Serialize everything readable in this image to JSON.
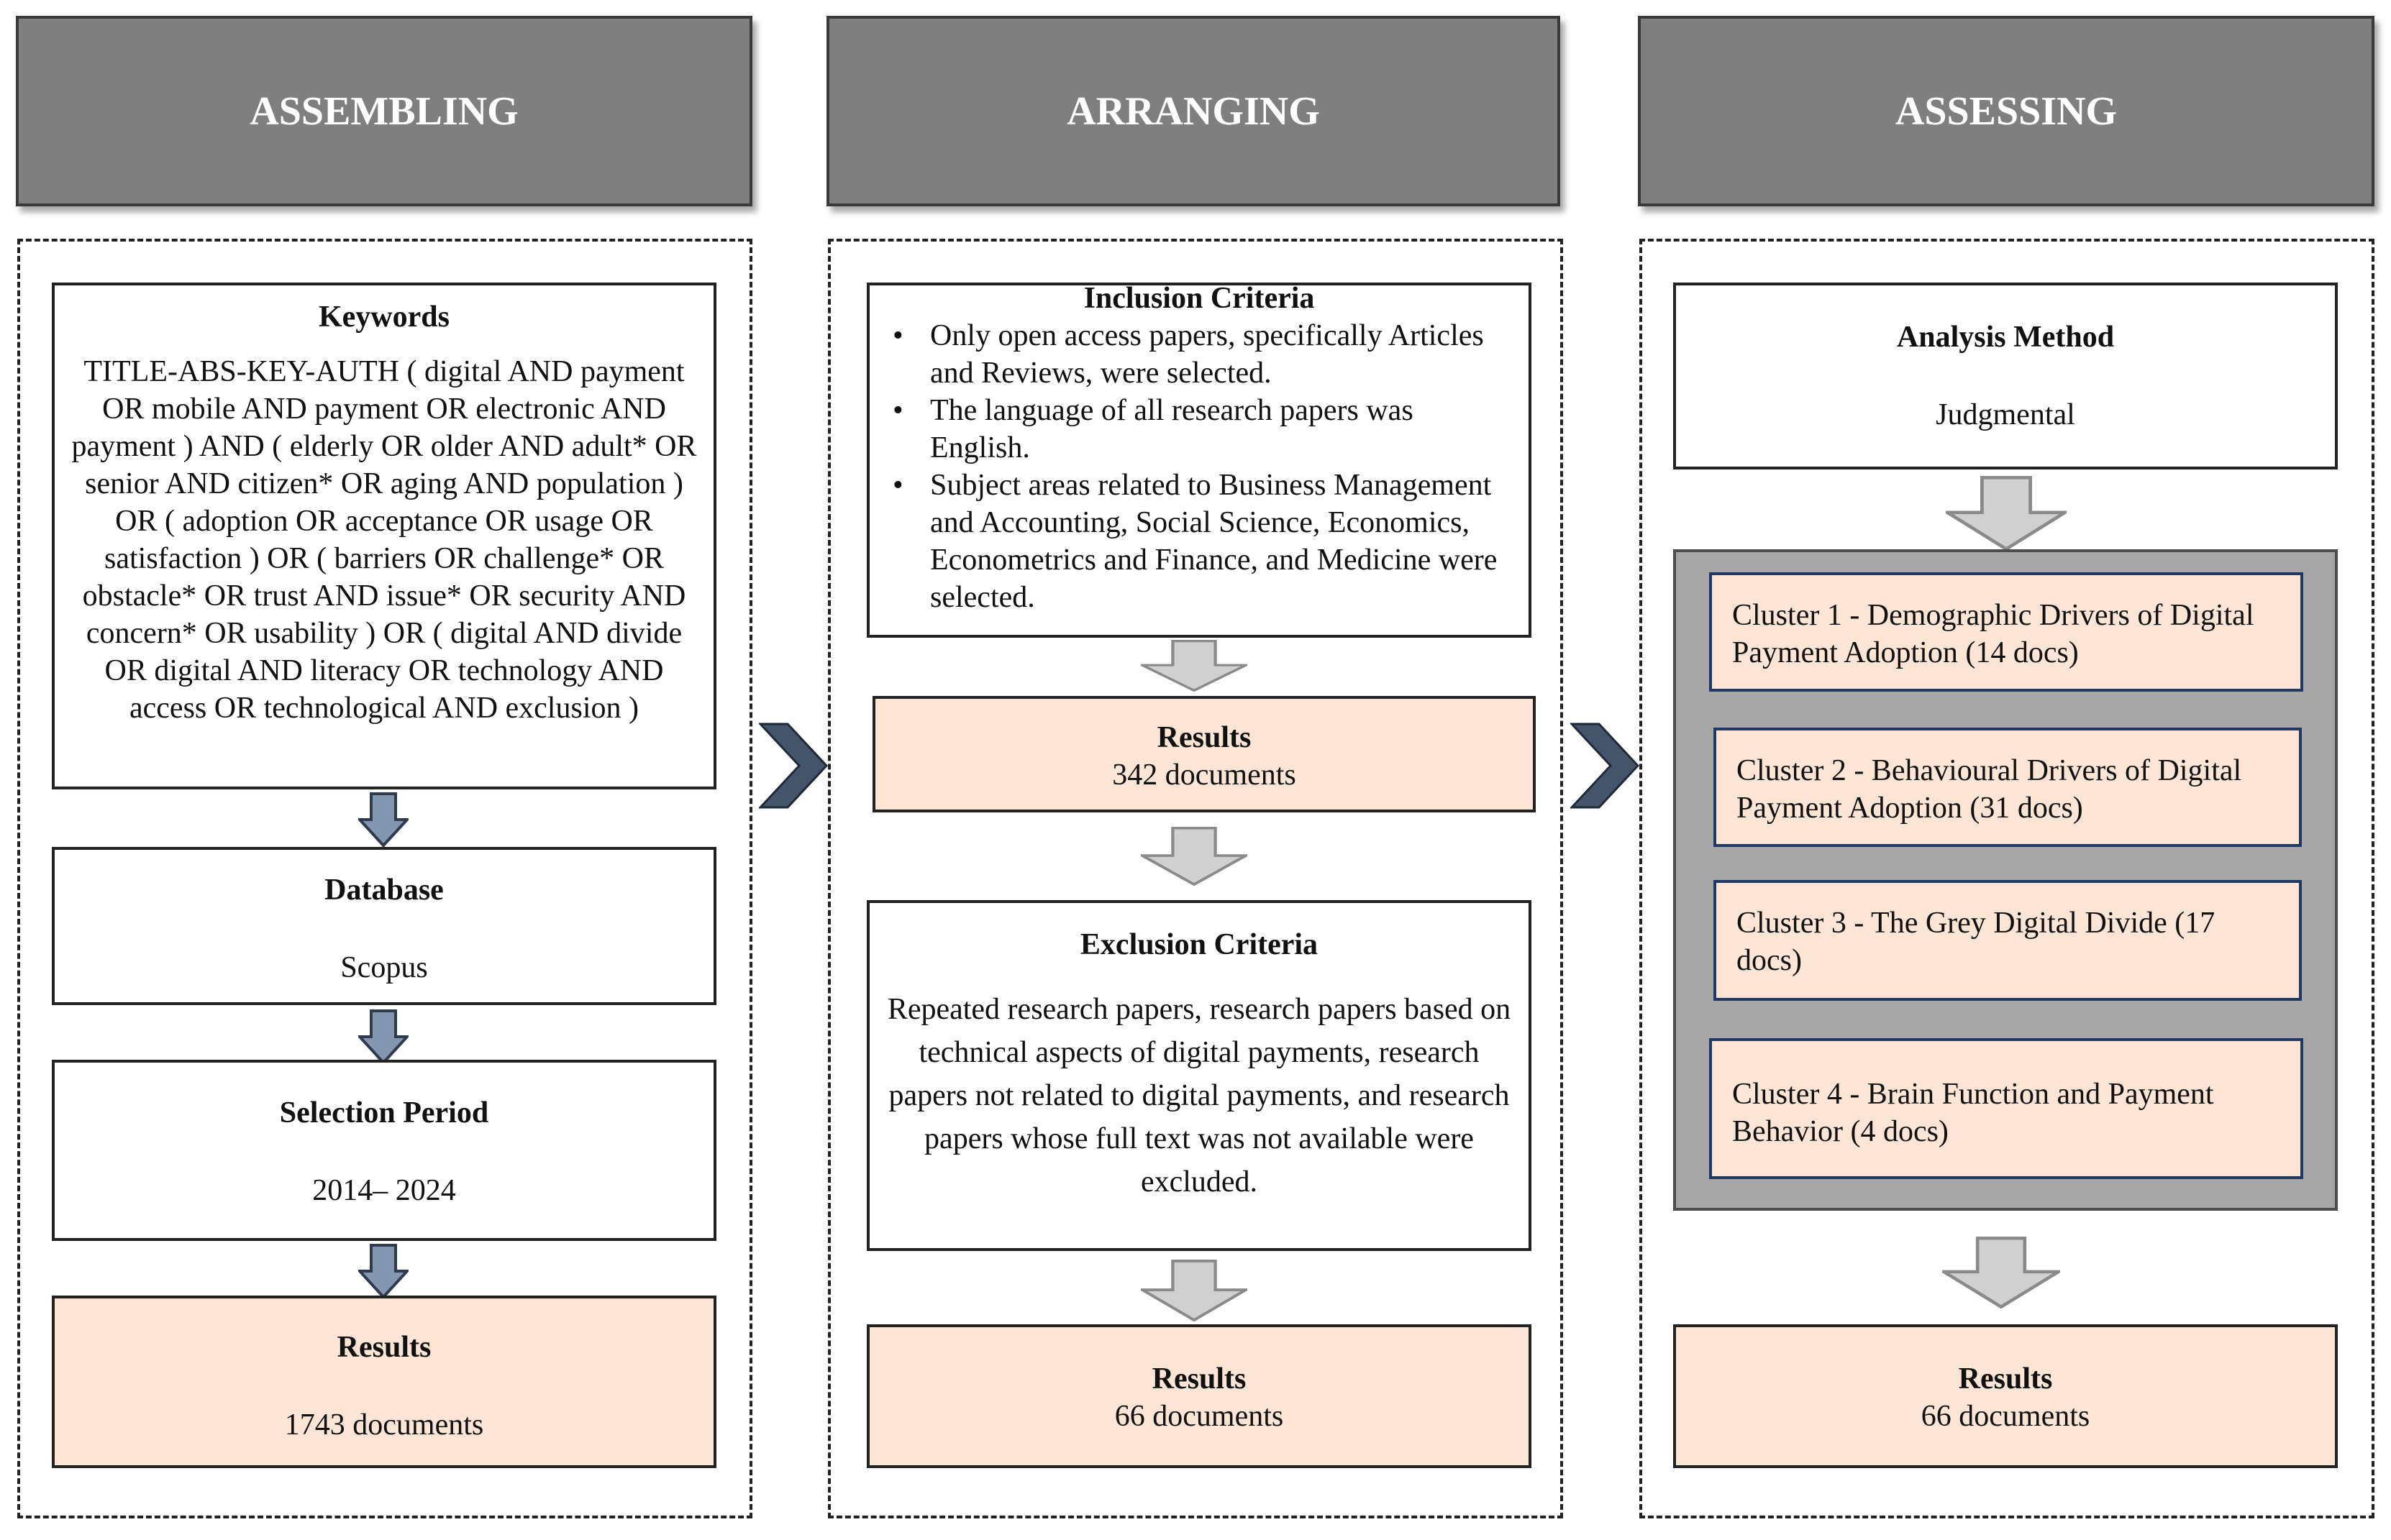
{
  "columns": {
    "assembling": {
      "header": "ASSEMBLING",
      "keywords": {
        "title": "Keywords",
        "text": "TITLE-ABS-KEY-AUTH ( digital AND payment OR mobile AND payment OR electronic AND payment ) AND ( elderly OR older AND adult* OR senior AND citizen* OR aging AND population ) OR ( adoption OR acceptance OR usage OR satisfaction ) OR ( barriers OR challenge* OR obstacle* OR trust AND issue* OR security AND concern* OR usability ) OR ( digital AND divide OR digital AND literacy OR technology AND access OR technological AND exclusion )"
      },
      "database": {
        "title": "Database",
        "value": "Scopus"
      },
      "period": {
        "title": "Selection Period",
        "value": "2014– 2024"
      },
      "results": {
        "title": "Results",
        "value": "1743 documents"
      }
    },
    "arranging": {
      "header": "ARRANGING",
      "inclusion": {
        "title": "Inclusion Criteria",
        "items": [
          "Only open access papers, specifically Articles and Reviews, were selected.",
          "The language of all research papers was English.",
          "Subject areas related to Business Management and Accounting, Social Science, Economics, Econometrics and Finance, and Medicine were selected."
        ]
      },
      "results1": {
        "title": "Results",
        "value": "342 documents"
      },
      "exclusion": {
        "title": "Exclusion Criteria",
        "text": "Repeated research papers, research papers based on technical aspects of digital payments, research papers not related to digital payments, and research papers whose full text was not available were excluded."
      },
      "results2": {
        "title": "Results",
        "value": "66 documents"
      }
    },
    "assessing": {
      "header": "ASSESSING",
      "method": {
        "title": "Analysis Method",
        "value": "Judgmental"
      },
      "clusters": [
        "Cluster 1 - Demographic Drivers of Digital Payment Adoption (14 docs)",
        "Cluster 2 - Behavioural Drivers of Digital Payment Adoption (31 docs)",
        "Cluster 3 - The Grey Digital Divide (17 docs)",
        "Cluster 4 - Brain Function and Payment Behavior (4 docs)"
      ],
      "results": {
        "title": "Results",
        "value": "66 documents"
      }
    }
  },
  "colors": {
    "header_bg": "#7f7f7f",
    "result_bg": "#fde5d6",
    "cluster_container_bg": "#a6a6a6",
    "chevron": "#44546a"
  }
}
